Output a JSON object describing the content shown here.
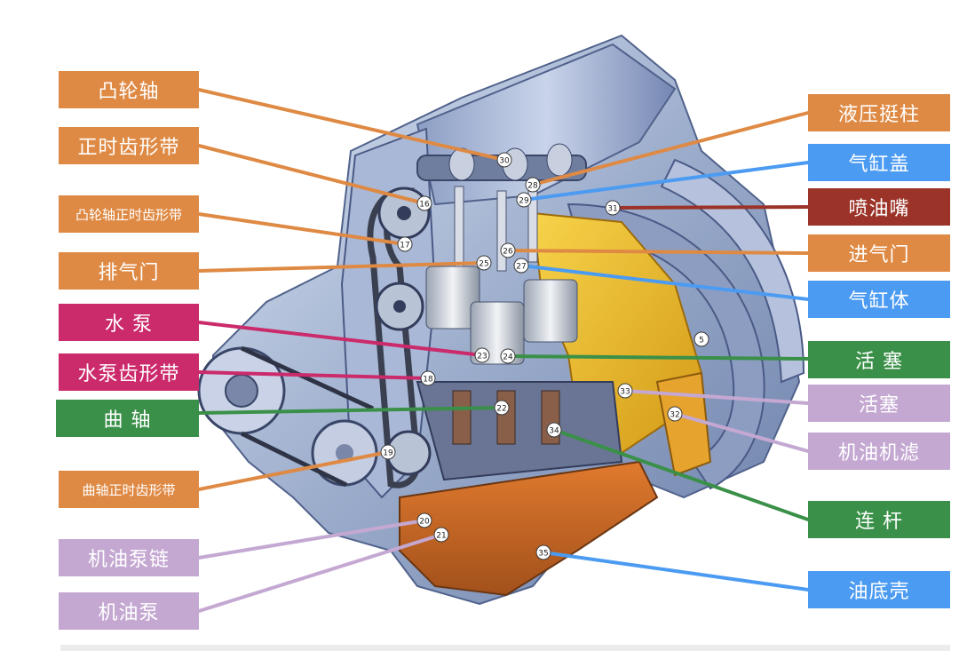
{
  "colors": {
    "orange": "#df8a44",
    "blue": "#4c9bf2",
    "darkred": "#9b3328",
    "magenta": "#cb2a6b",
    "green": "#3a9048",
    "lavender": "#c4a8d2"
  },
  "labels_left": [
    {
      "id": "camshaft",
      "text": "凸轮轴",
      "color": "orange"
    },
    {
      "id": "timing-belt",
      "text": "正时齿形带",
      "color": "orange"
    },
    {
      "id": "cam-timing-belt",
      "text": "凸轮轴正时齿形带",
      "color": "orange"
    },
    {
      "id": "exhaust-valve",
      "text": "排气门",
      "color": "orange"
    },
    {
      "id": "water-pump",
      "text": "水 泵",
      "color": "magenta"
    },
    {
      "id": "water-pump-belt",
      "text": "水泵齿形带",
      "color": "magenta"
    },
    {
      "id": "crankshaft",
      "text": "曲 轴",
      "color": "green"
    },
    {
      "id": "crank-timing-belt",
      "text": "曲轴正时齿形带",
      "color": "orange"
    },
    {
      "id": "oil-pump-chain",
      "text": "机油泵链",
      "color": "lavender"
    },
    {
      "id": "oil-pump",
      "text": "机油泵",
      "color": "lavender"
    }
  ],
  "labels_right": [
    {
      "id": "hydraulic-tappet",
      "text": "液压挺柱",
      "color": "orange"
    },
    {
      "id": "cylinder-head",
      "text": "气缸盖",
      "color": "blue"
    },
    {
      "id": "injector",
      "text": "喷油嘴",
      "color": "darkred"
    },
    {
      "id": "intake-valve",
      "text": "进气门",
      "color": "orange"
    },
    {
      "id": "cylinder-block",
      "text": "气缸体",
      "color": "blue"
    },
    {
      "id": "piston-ring",
      "text": "活 塞",
      "color": "green"
    },
    {
      "id": "piston",
      "text": "活塞",
      "color": "lavender"
    },
    {
      "id": "oil-filter",
      "text": "机油机滤",
      "color": "lavender"
    },
    {
      "id": "connecting-rod",
      "text": "连 杆",
      "color": "green"
    },
    {
      "id": "oil-pan",
      "text": "油底壳",
      "color": "blue"
    }
  ],
  "part_numbers": [
    "30",
    "16",
    "17",
    "25",
    "23",
    "18",
    "22",
    "19",
    "20",
    "21",
    "28",
    "29",
    "31",
    "26",
    "27",
    "24",
    "33",
    "32",
    "34",
    "35",
    "5"
  ]
}
